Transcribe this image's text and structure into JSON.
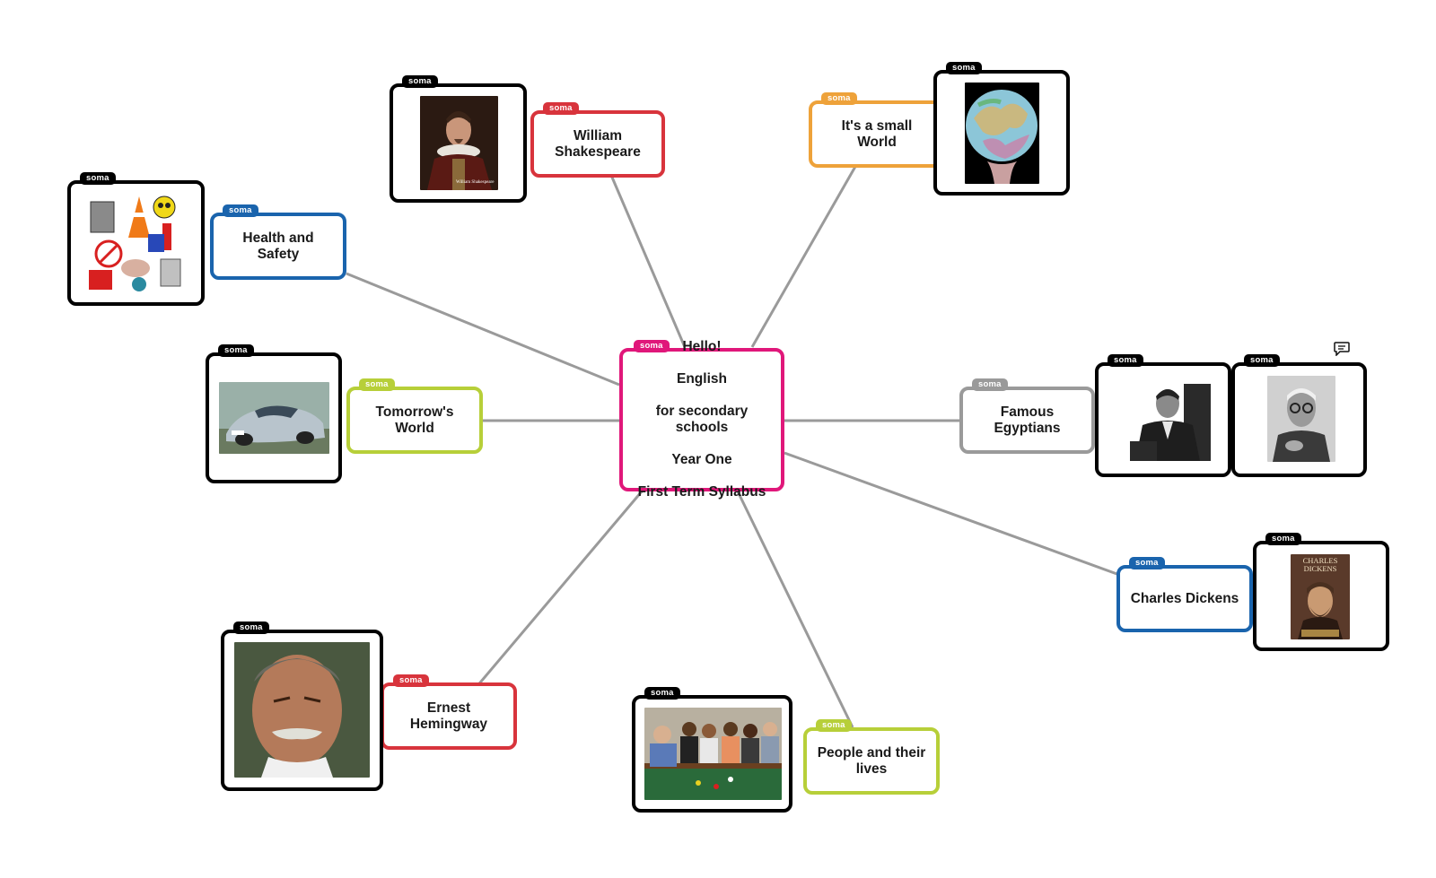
{
  "tag_label": "soma",
  "colors": {
    "center": "#e0177a",
    "red": "#d8343c",
    "orange": "#eea23a",
    "blue": "#1a64ad",
    "lime": "#b7cf39",
    "gray": "#9a9a9a",
    "link": "#9a9a9a"
  },
  "center": {
    "lines": [
      "Hello!",
      "English",
      "for secondary schools",
      "Year One",
      "First Term Syllabus"
    ]
  },
  "topics": [
    {
      "id": "shakespeare",
      "label": "William\nShakespeare",
      "color": "red"
    },
    {
      "id": "small-world",
      "label": "It's  a small\nWorld",
      "color": "orange"
    },
    {
      "id": "health",
      "label": "Health and\nSafety",
      "color": "blue"
    },
    {
      "id": "tomorrow",
      "label": "Tomorrow's\nWorld",
      "color": "lime"
    },
    {
      "id": "egyptians",
      "label": "Famous\nEgyptians",
      "color": "gray"
    },
    {
      "id": "dickens",
      "label": "Charles Dickens",
      "color": "blue"
    },
    {
      "id": "hemingway",
      "label": "Ernest\nHemingway",
      "color": "red"
    },
    {
      "id": "people",
      "label": "People and their\nlives",
      "color": "lime"
    }
  ],
  "images": [
    {
      "id": "shakespeare-portrait",
      "icon": "portrait-icon",
      "caption": "William Shakespeare"
    },
    {
      "id": "globe",
      "icon": "globe-icon"
    },
    {
      "id": "safety-clipart",
      "icon": "safety-clipart-icon"
    },
    {
      "id": "car",
      "icon": "car-icon"
    },
    {
      "id": "egyptian-1",
      "icon": "portrait-icon"
    },
    {
      "id": "egyptian-2",
      "icon": "portrait-icon"
    },
    {
      "id": "dickens-book",
      "icon": "book-cover-icon",
      "title_lines": [
        "CHARLES",
        "DICKENS"
      ]
    },
    {
      "id": "hemingway-photo",
      "icon": "portrait-icon"
    },
    {
      "id": "people-photo",
      "icon": "group-photo-icon"
    }
  ],
  "comment_icon": "speech-bubble-icon"
}
